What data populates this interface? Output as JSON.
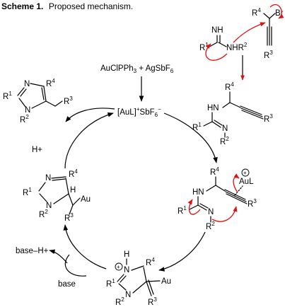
{
  "caption": {
    "label": "Scheme 1.",
    "title": "Proposed mechanism."
  },
  "reagents": {
    "catalyst_a": "AuClPPh",
    "catalyst_a_sub": "3",
    "plus": " + ",
    "catalyst_b": "AgSbF",
    "catalyst_b_sub": "6",
    "active_catalyst": "[AuL]",
    "active_catalyst_anion": "SbF",
    "active_catalyst_anion_sub": "6",
    "active_catalyst_charge": "−",
    "active_catalyst_plus": "+"
  },
  "species": {
    "amidine": {
      "nh": "NH",
      "r1": "R",
      "r1_sup": "1",
      "nhr2": "NHR",
      "nhr2_sup": "2"
    },
    "propargyl_bromide": {
      "r4": "R",
      "r4_sup": "4",
      "br": "Br",
      "r3": "R",
      "r3_sup": "3"
    },
    "propargyl_amidine": {
      "r4": "R",
      "r4_sup": "4",
      "hn": "HN",
      "r1": "R",
      "r1_sup": "1",
      "n": "N",
      "r2": "R",
      "r2_sup": "2",
      "r3": "R",
      "r3_sup": "3"
    },
    "gold_complex": {
      "r4": "R",
      "r4_sup": "4",
      "hn": "HN",
      "aul": "AuL",
      "plus": "+",
      "r1": "R",
      "r1_sup": "1",
      "n": "N",
      "r2": "R",
      "r2_sup": "2",
      "r3": "R",
      "r3_sup": "3"
    },
    "vinyl_gold": {
      "h": "H",
      "n_top": "N",
      "plus": "+",
      "r4": "R",
      "r4_sup": "4",
      "r1": "R",
      "r1_sup": "1",
      "n_bot": "N",
      "r2": "R",
      "r2_sup": "2",
      "au": "Au",
      "r3": "R",
      "r3_sup": "3"
    },
    "imidazole_au": {
      "n_top": "N",
      "r4": "R",
      "r4_sup": "4",
      "r1": "R",
      "r1_sup": "1",
      "h": "H",
      "au": "Au",
      "n_bot": "N",
      "r2": "R",
      "r2_sup": "2",
      "r3": "R",
      "r3_sup": "3"
    },
    "product": {
      "n_top": "N",
      "r4": "R",
      "r4_sup": "4",
      "r1": "R",
      "r1_sup": "1",
      "n_bot": "N",
      "r3": "R",
      "r3_sup": "3",
      "r2": "R",
      "r2_sup": "2"
    }
  },
  "steps": {
    "proton": "H+",
    "base_h": "base–H+",
    "base": "base"
  },
  "colors": {
    "curved_arrows": "#e01010",
    "structures": "#000000"
  }
}
